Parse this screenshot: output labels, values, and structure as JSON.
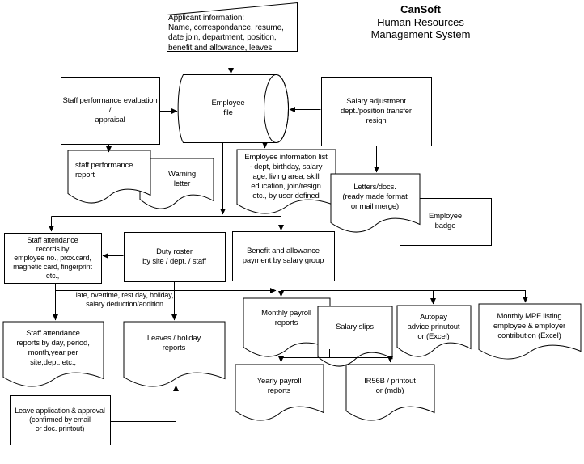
{
  "title": {
    "product": "CanSoft",
    "line2": "Human Resources",
    "line3": "Management System"
  },
  "nodes": {
    "applicant_info": "Applicant information:\nName, correspondance, resume,\ndate join, department, position,\nbenefit and allowance, leaves",
    "staff_performance_evaluation": "Staff performance evaluation\n/\nappraisal",
    "employee_file": "Employee\nfile",
    "salary_adjustment": "Salary adjustment\ndept./position transfer\nresign",
    "staff_performance_report": "staff performance\nreport",
    "warning_letter": "Warning\nletter",
    "employee_information_list": "Employee information list\n- dept, birthday, salary\nage, living area, skill\neducation, join/resign\netc., by user defined",
    "letters_docs": "Letters/docs.\n(ready made format\nor mail merge)",
    "employee_badge": "Employee\nbadge",
    "staff_attendance_records": "Staff attendance\nrecords by\nemployee no., prox.card,\nmagnetic card, fingerprint\netc.,",
    "duty_roster": "Duty roster\nby site / dept. / staff",
    "benefit_allowance": "Benefit and allowance\npayment by salary group",
    "monthly_payroll_reports": "Monthly payroll\nreports",
    "salary_slips": "Salary slips",
    "autopay_advice": "Autopay\nadvice prinutout\nor (Excel)",
    "monthly_mpf_listing": "Monthly MPF listing\nemployee & employer\ncontribution (Excel)",
    "staff_attendance_reports": "Staff attendance\nreports by day, period,\nmonth,year per\nsite,dept.,etc.,",
    "leaves_holiday_reports": "Leaves / holiday\nreports",
    "leave_application": "Leave application & approval\n(confirmed by email\nor doc. printout)",
    "yearly_payroll_reports": "Yearly payroll\nreports",
    "ir56b": "IR56B / printout\nor (mdb)"
  },
  "edge_labels": {
    "attendance_adjustments": "late, overtime, rest day, holiday,\nsalary deduction/addition"
  },
  "colors": {
    "line": "#000000",
    "shape_fill": "#ffffff",
    "background": "#ffffff"
  }
}
